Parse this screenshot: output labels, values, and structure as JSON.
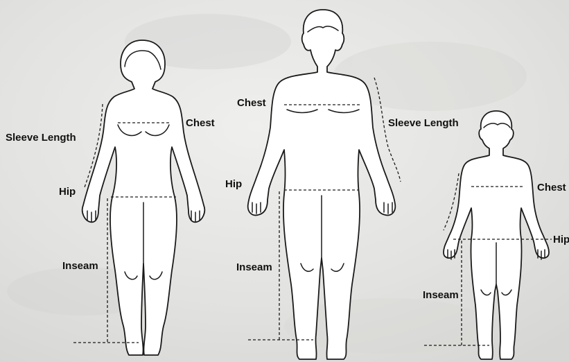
{
  "figures": {
    "woman": {
      "sleeve_length": "Sleeve Length",
      "chest": "Chest",
      "hip": "Hip",
      "inseam": "Inseam"
    },
    "man": {
      "chest": "Chest",
      "sleeve_length": "Sleeve Length",
      "hip": "Hip",
      "inseam": "Inseam"
    },
    "child": {
      "chest": "Chest",
      "hip": "Hip",
      "inseam": "Inseam"
    }
  },
  "colors": {
    "background": "#e4e4e2",
    "figure_fill": "#ffffff",
    "outline": "#1a1a1a"
  }
}
